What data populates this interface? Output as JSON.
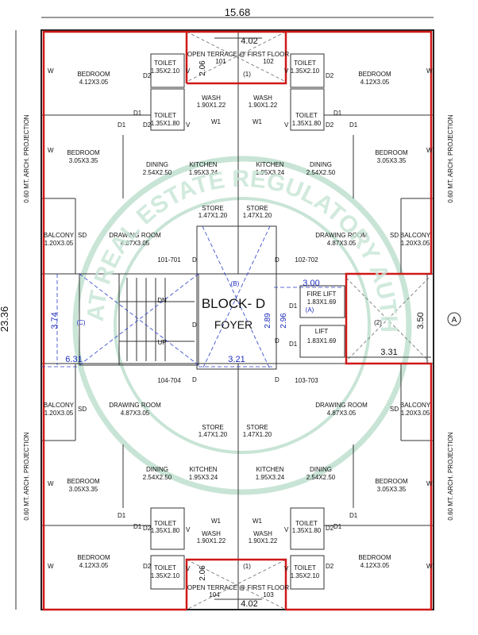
{
  "dimensions": {
    "overall_width": "15.68",
    "overall_height": "23.36",
    "terrace_top_width": "4.02",
    "terrace_top_height": "2.06",
    "terrace_bottom_width": "4.02",
    "terrace_bottom_height": "2.06",
    "stair_height": "3.74",
    "stair_width": "6.31",
    "foyer_width": "3.21",
    "lift_width": "3.00",
    "lift_height_1": "2.89",
    "lift_height_2": "2.96",
    "cutout_height": "3.50",
    "cutout_width": "3.31"
  },
  "projection_label": "0.60 MT. ARCH. PROJECTION",
  "block": {
    "title": "BLOCK- D",
    "foyer": "FOYER"
  },
  "section_marker": "A",
  "units": {
    "u101_701": "101-701",
    "u102_702": "102-702",
    "u104_704": "104-704",
    "u103_703": "103-703"
  },
  "terrace": {
    "top_label": "OPEN TERRACE @ FIRST FLOOR",
    "top_left_unit": "101",
    "top_right_unit": "102",
    "top_mark": "(1)",
    "bottom_label": "OPEN TERRACE @ FIRST FLOOR",
    "bottom_left_unit": "104",
    "bottom_right_unit": "103",
    "bottom_mark": "(1)"
  },
  "rooms": {
    "bedroom_412": {
      "name": "BEDROOM",
      "size": "4.12X3.05"
    },
    "bedroom_305": {
      "name": "BEDROOM",
      "size": "3.05X3.35"
    },
    "toilet_a": {
      "name": "TOILET",
      "size": "1.35X2.10"
    },
    "toilet_b": {
      "name": "TOILET",
      "size": "1.35X1.80"
    },
    "wash": {
      "name": "WASH",
      "size": "1.90X1.22"
    },
    "dining": {
      "name": "DINING",
      "size": "2.54X2.50"
    },
    "kitchen": {
      "name": "KITCHEN",
      "size": "1.95X3.24"
    },
    "store": {
      "name": "STORE",
      "size": "1.47X1.20"
    },
    "drawing": {
      "name": "DRAWING ROOM",
      "size": "4.87X3.05"
    },
    "balcony": {
      "name": "BALCONY",
      "size": "1.20X3.05"
    },
    "fire_lift": {
      "name": "FIRE LIFT",
      "size": "1.83X1.69"
    },
    "lift": {
      "name": "LIFT",
      "size": "1.83X1.69"
    }
  },
  "stairs": {
    "dn": "DN",
    "up": "UP"
  },
  "marks": {
    "b": "(B)",
    "a": "(A)",
    "c": "(C)",
    "two": "(2)",
    "w": "W",
    "d": "D",
    "d1": "D1",
    "d2": "D2",
    "w1": "W1",
    "v": "V",
    "sd": "SD"
  },
  "watermark": "GUJARAT REAL ESTATE REGULATORY AUTHORITY"
}
